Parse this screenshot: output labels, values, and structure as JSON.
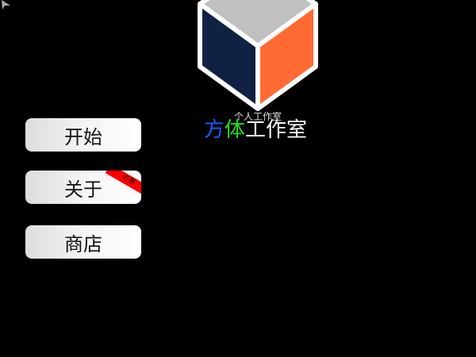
{
  "logo": {
    "subtitle": "个人工作室",
    "title_parts": [
      "方",
      "体",
      "工作室"
    ],
    "colors": {
      "top": "#c0c0c0",
      "left": "#0f2244",
      "right": "#ff6a33",
      "outline": "#ffffff"
    }
  },
  "menu": {
    "start": "开始",
    "about": "关于",
    "about_badge": "必看",
    "shop": "商店"
  }
}
